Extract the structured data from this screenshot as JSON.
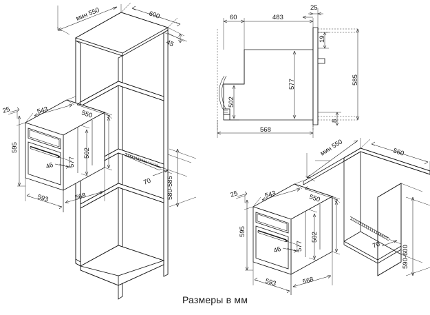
{
  "drawing": {
    "title": "Built-in oven installation dimensions",
    "caption": "Размеры в мм",
    "units": "мм",
    "line_color": "#1b1b1b",
    "background_color": "#ffffff"
  },
  "views": [
    {
      "id": "tall-cabinet-front-left",
      "name": "Tall housing unit with oven, isometric",
      "labels": [
        {
          "id": "tl-min550",
          "text": "мин 550"
        },
        {
          "id": "tl-600",
          "text": "600"
        },
        {
          "id": "tl-45",
          "text": "45"
        },
        {
          "id": "tl-543",
          "text": "543"
        },
        {
          "id": "tl-550",
          "text": "550"
        },
        {
          "id": "tl-25",
          "text": "25"
        },
        {
          "id": "tl-595",
          "text": "595"
        },
        {
          "id": "tl-502",
          "text": "502"
        },
        {
          "id": "tl-577",
          "text": "577"
        },
        {
          "id": "tl-46",
          "text": "46"
        },
        {
          "id": "tl-593",
          "text": "593"
        },
        {
          "id": "tl-568",
          "text": "568"
        },
        {
          "id": "tl-70",
          "text": "70"
        },
        {
          "id": "tl-580-585",
          "text": "580-585"
        }
      ]
    },
    {
      "id": "oven-side-section",
      "name": "Oven side section view",
      "labels": [
        {
          "id": "sv-60",
          "text": "60"
        },
        {
          "id": "sv-483",
          "text": "483"
        },
        {
          "id": "sv-25",
          "text": "25"
        },
        {
          "id": "sv-19",
          "text": "19"
        },
        {
          "id": "sv-502",
          "text": "502"
        },
        {
          "id": "sv-577",
          "text": "577"
        },
        {
          "id": "sv-585",
          "text": "585"
        },
        {
          "id": "sv-8",
          "text": "8"
        },
        {
          "id": "sv-568",
          "text": "568"
        }
      ]
    },
    {
      "id": "under-counter-right",
      "name": "Under-counter housing unit with oven, isometric",
      "labels": [
        {
          "id": "br-min550",
          "text": "мин 550"
        },
        {
          "id": "br-560",
          "text": "560"
        },
        {
          "id": "br-543",
          "text": "543"
        },
        {
          "id": "br-550",
          "text": "550"
        },
        {
          "id": "br-25",
          "text": "25"
        },
        {
          "id": "br-595",
          "text": "595"
        },
        {
          "id": "br-502",
          "text": "502"
        },
        {
          "id": "br-577",
          "text": "577"
        },
        {
          "id": "br-46",
          "text": "46"
        },
        {
          "id": "br-593",
          "text": "593"
        },
        {
          "id": "br-568",
          "text": "568"
        },
        {
          "id": "br-70",
          "text": "70"
        },
        {
          "id": "br-590-600",
          "text": "590-600"
        }
      ]
    }
  ]
}
